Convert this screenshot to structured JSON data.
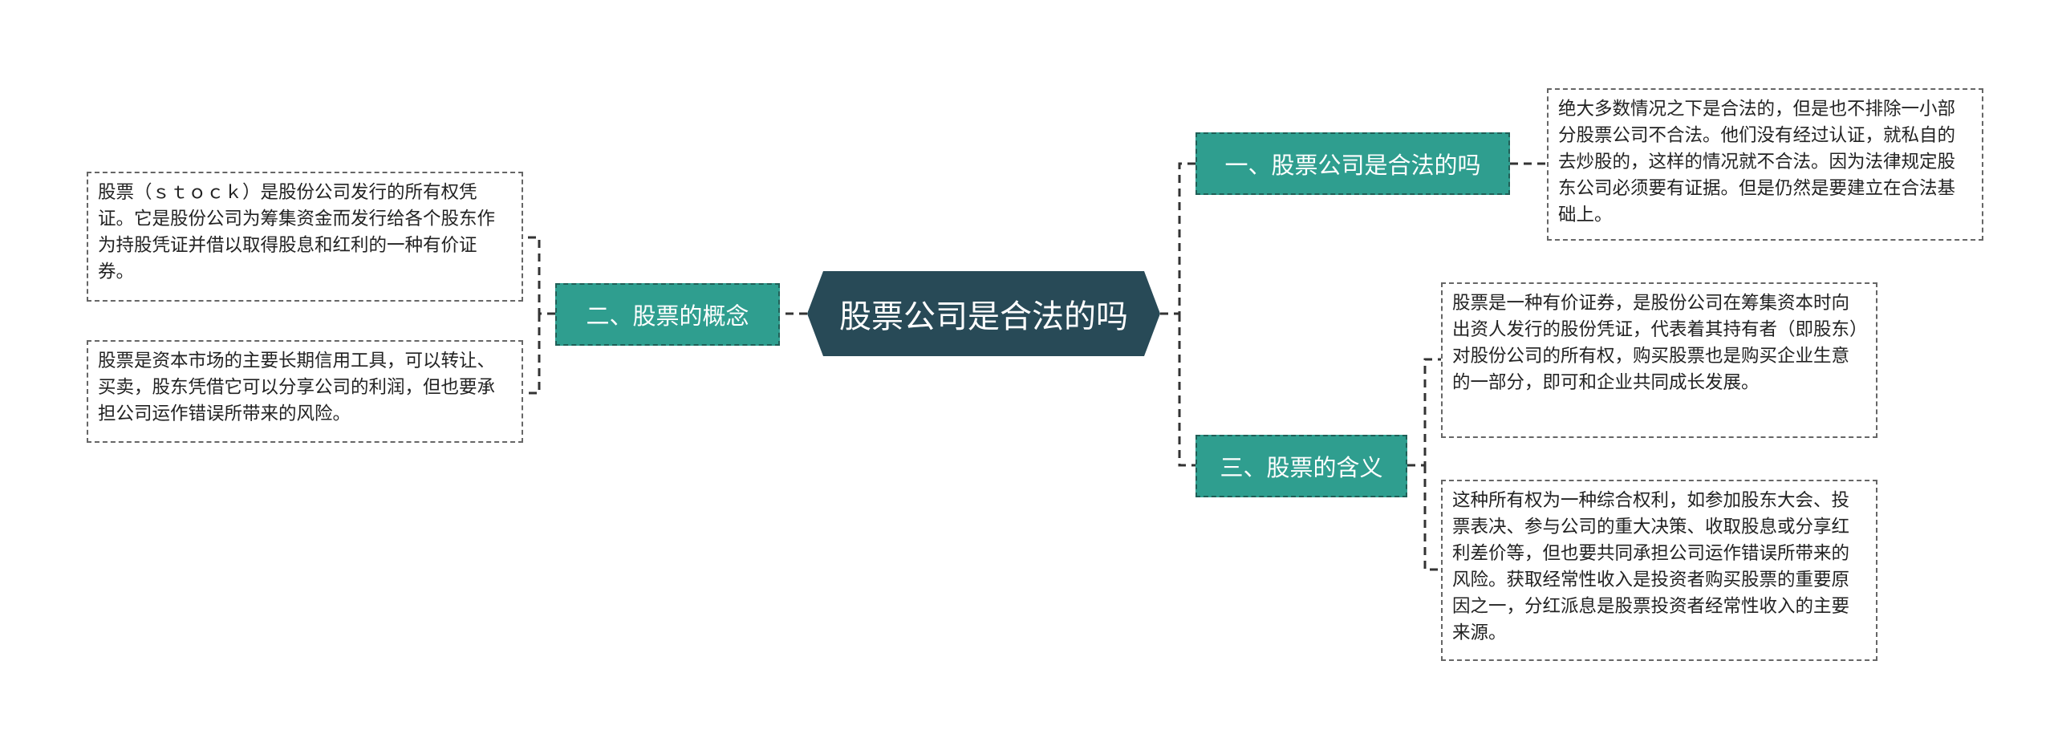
{
  "root": {
    "label": "股票公司是合法的吗",
    "color": "#284a57"
  },
  "branches": {
    "b1": {
      "label": "一、股票公司是合法的吗",
      "leaves": [
        "绝大多数情况之下是合法的，但是也不排除一小部分股票公司不合法。他们没有经过认证，就私自的去炒股的，这样的情况就不合法。因为法律规定股东公司必须要有证据。但是仍然是要建立在合法基础上。"
      ]
    },
    "b2": {
      "label": "二、股票的概念",
      "leaves": [
        "股票（ｓｔｏｃｋ）是股份公司发行的所有权凭证。它是股份公司为筹集资金而发行给各个股东作为持股凭证并借以取得股息和红利的一种有价证券。",
        "股票是资本市场的主要长期信用工具，可以转让、买卖，股东凭借它可以分享公司的利润，但也要承担公司运作错误所带来的风险。"
      ]
    },
    "b3": {
      "label": "三、股票的含义",
      "leaves": [
        "股票是一种有价证券，是股份公司在筹集资本时向出资人发行的股份凭证，代表着其持有者（即股东）对股份公司的所有权，购买股票也是购买企业生意的一部分，即可和企业共同成长发展。",
        "这种所有权为一种综合权利，如参加股东大会、投票表决、参与公司的重大决策、收取股息或分享红利差价等，但也要共同承担公司运作错误所带来的风险。获取经常性收入是投资者购买股票的重要原因之一，分红派息是股票投资者经常性收入的主要来源。"
      ]
    }
  },
  "colors": {
    "branch_fill": "#2f9e8f",
    "connector": "#333333",
    "leaf_border": "#666666"
  }
}
